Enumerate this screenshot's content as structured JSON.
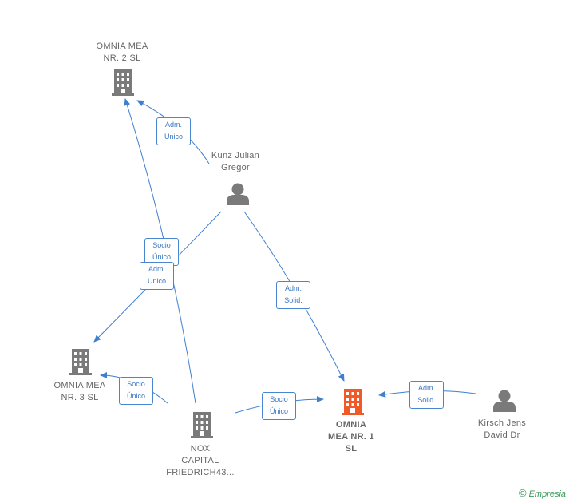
{
  "colors": {
    "edge": "#3f7fd0",
    "company_icon": "#7a7a7a",
    "company_main_icon": "#f05a28",
    "person_icon": "#7a7a7a"
  },
  "nodes": {
    "omnia2": {
      "label": "OMNIA MEA\nNR.  2  SL",
      "icon": "building-icon"
    },
    "kunz": {
      "label": "Kunz Julian\nGregor",
      "icon": "person-icon"
    },
    "omnia3": {
      "label": "OMNIA MEA\nNR.  3  SL",
      "icon": "building-icon"
    },
    "nox": {
      "label": "NOX\nCAPITAL\nFRIEDRICH43...",
      "icon": "building-icon"
    },
    "omnia1": {
      "label": "OMNIA\nMEA NR.  1\nSL",
      "icon": "building-icon"
    },
    "kirsch": {
      "label": "Kirsch Jens\nDavid Dr",
      "icon": "person-icon"
    }
  },
  "edges": {
    "kunz_omnia2": "Adm.\nUnico",
    "nox_omnia2": "Socio\nÚnico",
    "kunz_omnia3": "Adm.\nUnico",
    "kunz_omnia1": "Adm.\nSolid.",
    "nox_omnia3": "Socio\nÚnico",
    "nox_omnia1": "Socio\nÚnico",
    "kirsch_omnia1": "Adm.\nSolid."
  },
  "brand": {
    "copyright": "©",
    "name": "Empresia"
  }
}
